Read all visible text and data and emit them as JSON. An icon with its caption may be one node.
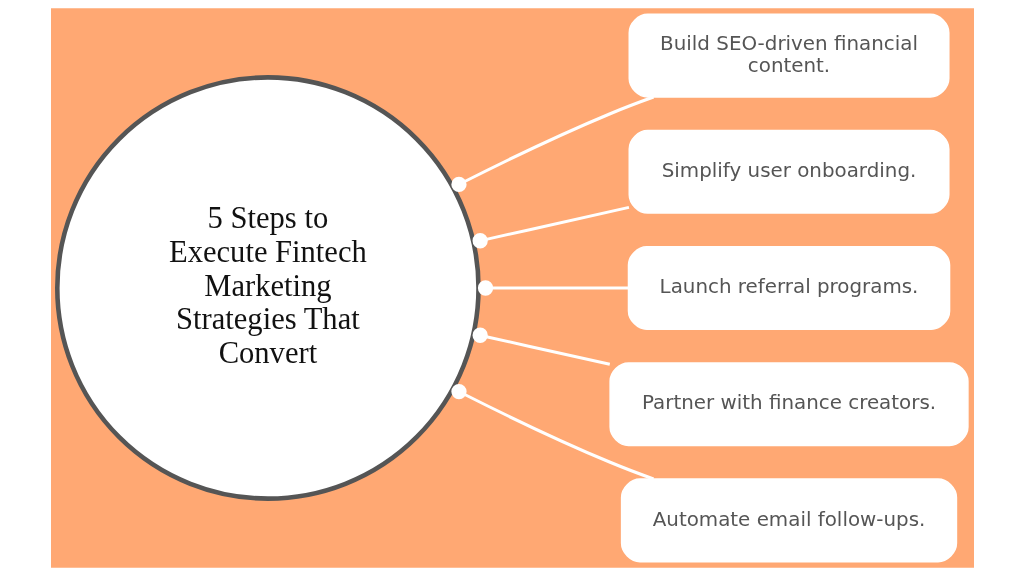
{
  "diagram": {
    "nodes": [
      {
        "text": [
          "5 Steps to Execute Fintech Marketing Strategies That Convert"
        ]
      },
      {
        "text": [
          "Build SEO-driven financial content."
        ]
      },
      {
        "text": [
          "Simplify user onboarding."
        ]
      },
      {
        "text": [
          "Launch referral programs."
        ]
      },
      {
        "text": [
          "Partner with finance creators."
        ]
      },
      {
        "text": [
          "Automate email follow-ups."
        ]
      }
    ],
    "edges": [
      {
        "from": 0,
        "to": 1,
        "arrow": "other"
      },
      {
        "from": 0,
        "to": 2,
        "arrow": "other"
      },
      {
        "from": 0,
        "to": 3,
        "arrow": "other"
      },
      {
        "from": 0,
        "to": 4,
        "arrow": "other"
      },
      {
        "from": 0,
        "to": 5,
        "arrow": "other"
      }
    ]
  }
}
